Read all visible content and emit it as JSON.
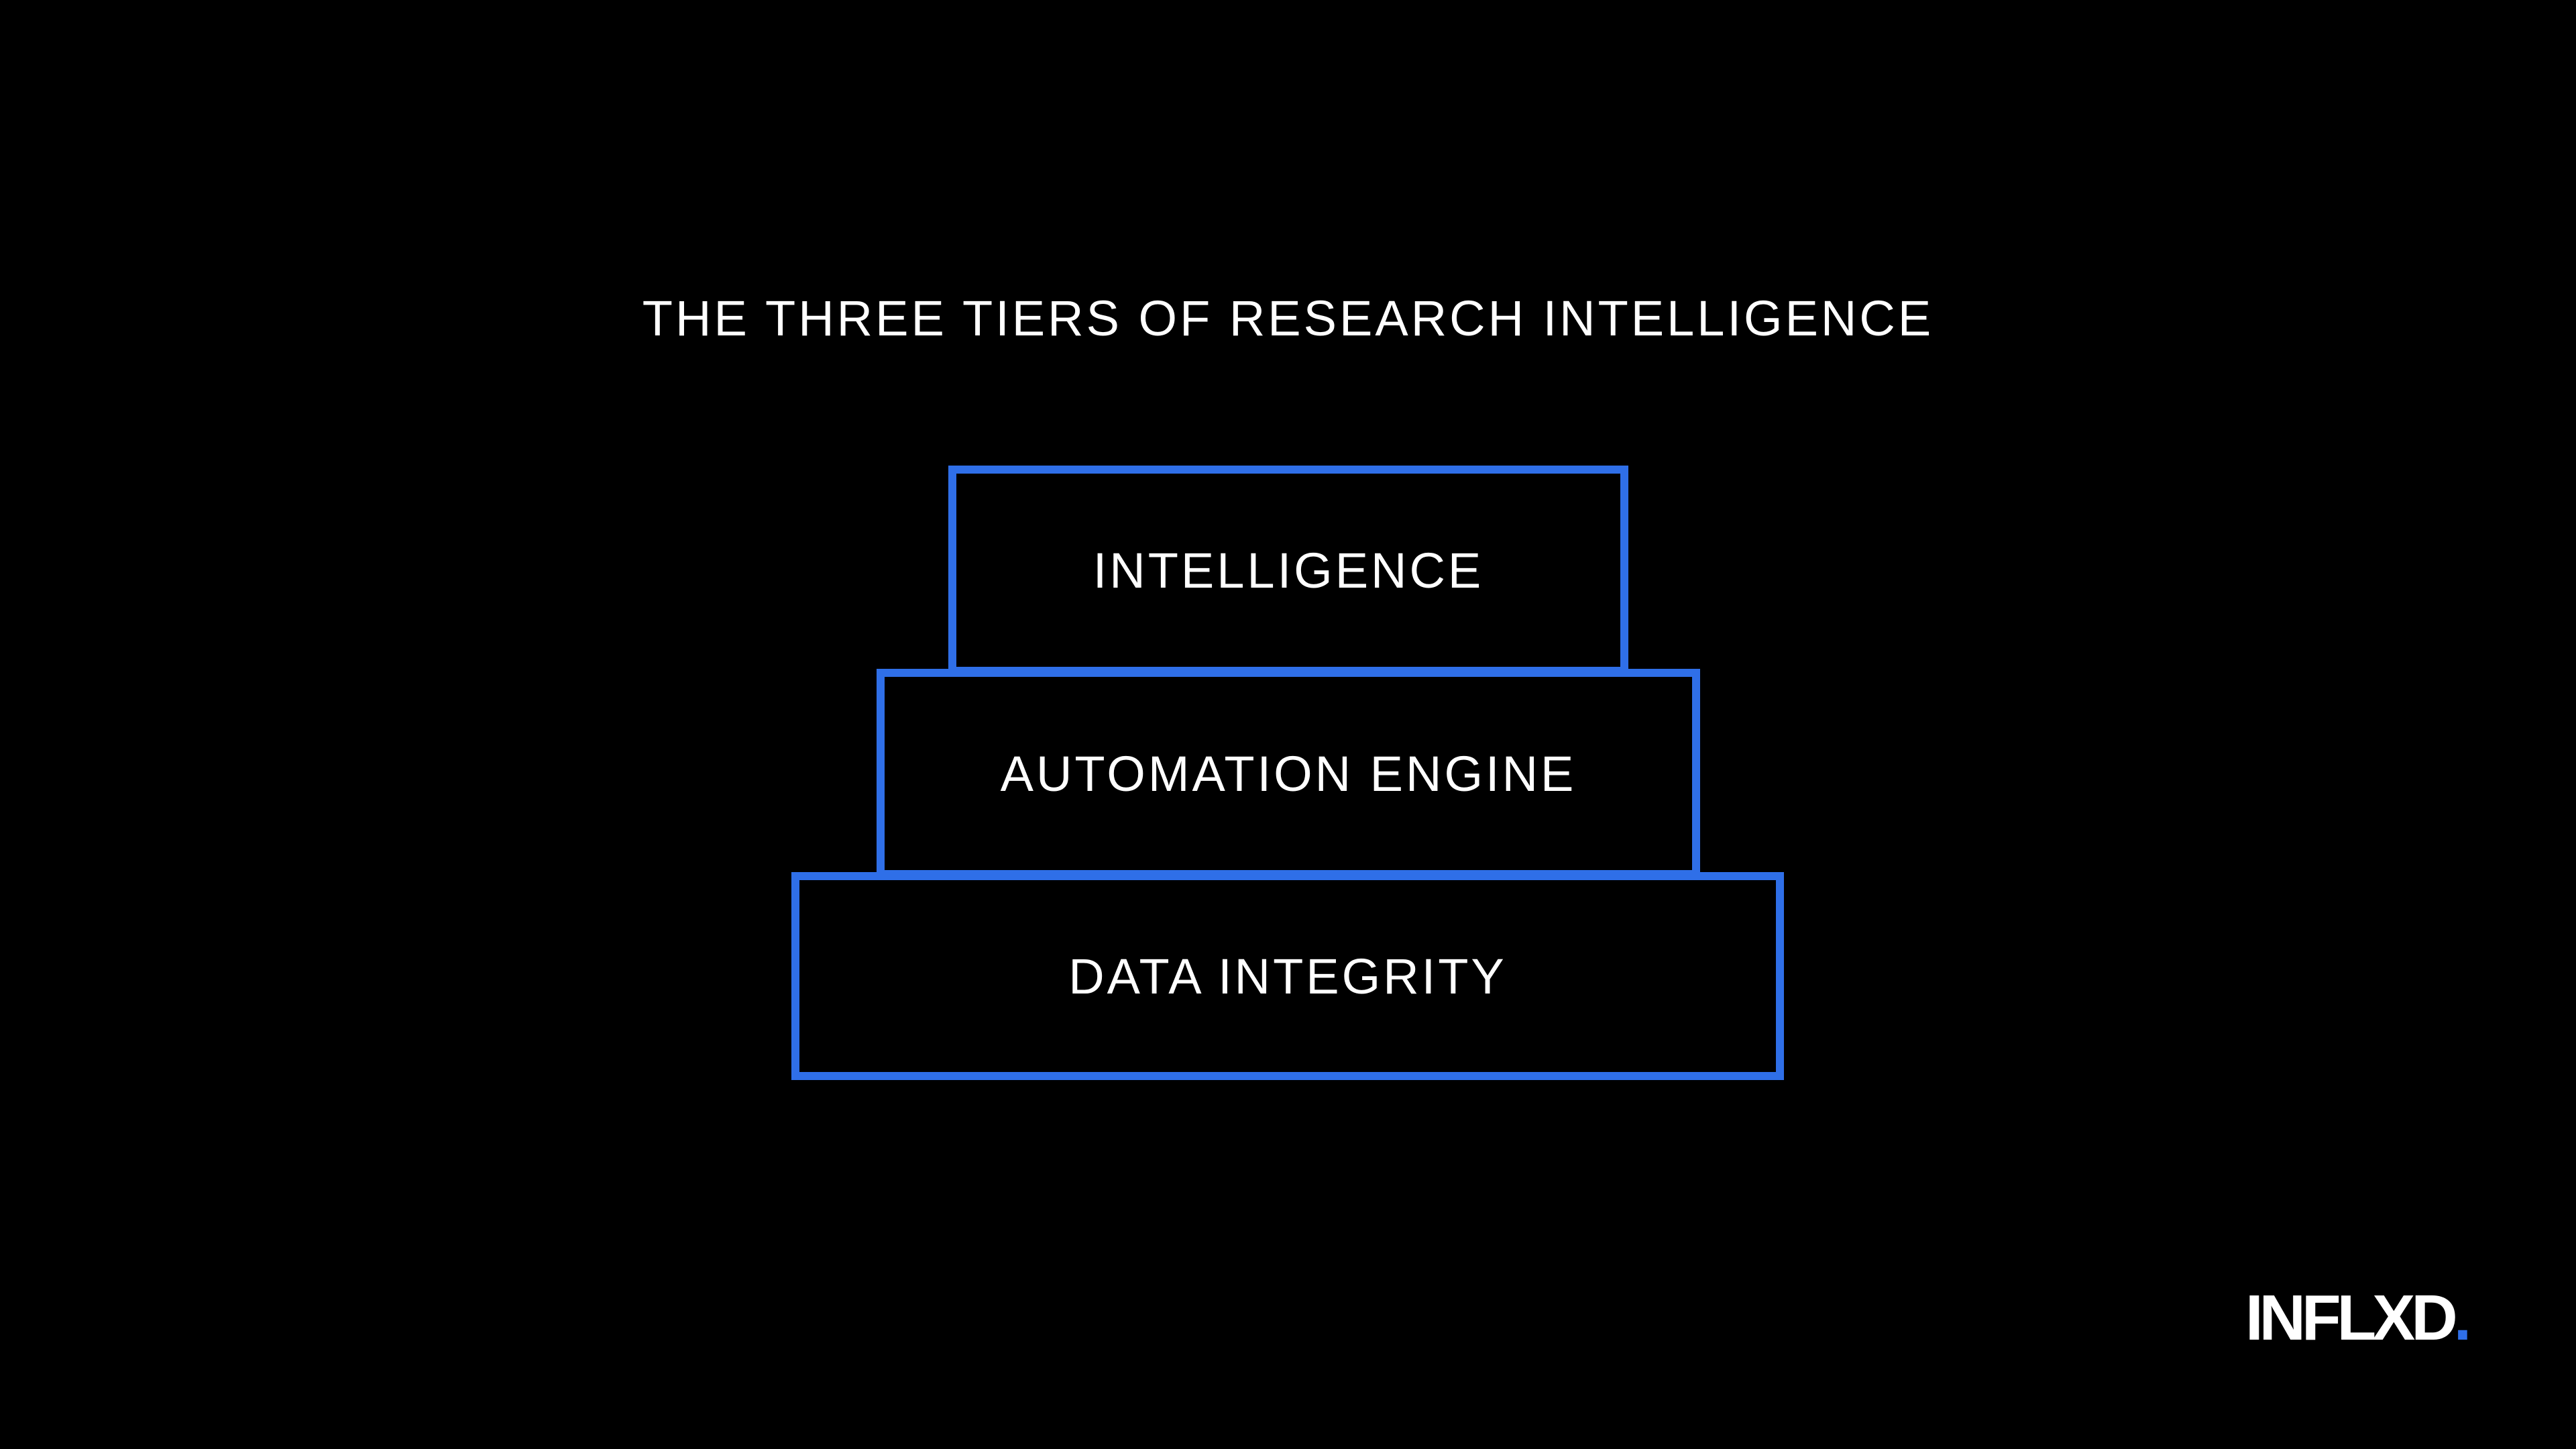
{
  "title": "THE THREE TIERS OF RESEARCH INTELLIGENCE",
  "tiers": [
    {
      "label": "INTELLIGENCE"
    },
    {
      "label": "AUTOMATION ENGINE"
    },
    {
      "label": "DATA INTEGRITY"
    }
  ],
  "brand": {
    "name": "INFLXD",
    "dot": ".",
    "accent_color": "#2f6fe8"
  },
  "colors": {
    "background": "#000000",
    "text": "#ffffff",
    "tier_border": "#2f6fe8"
  }
}
